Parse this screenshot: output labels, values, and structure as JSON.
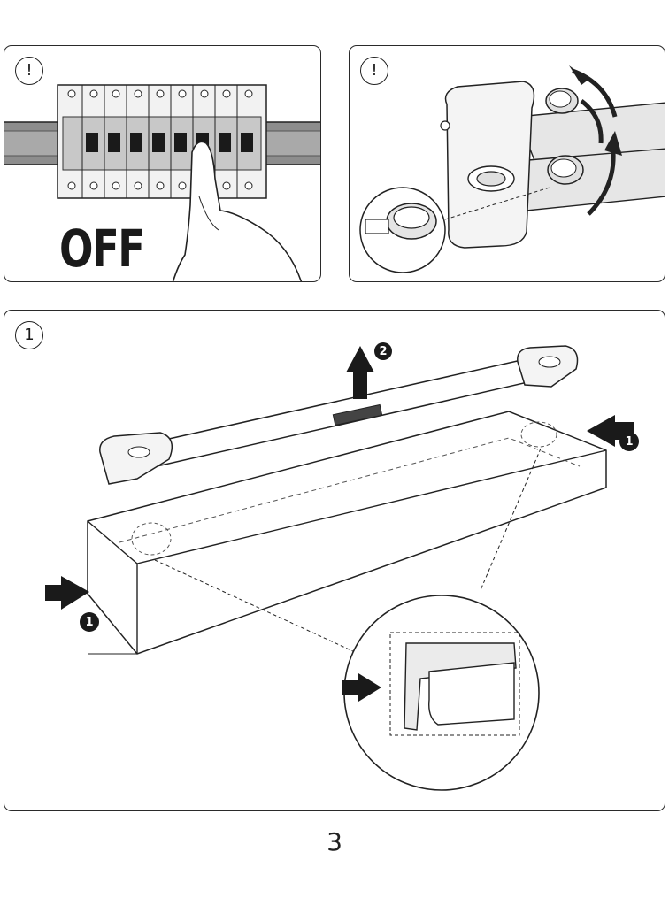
{
  "panels": {
    "breaker": {
      "badge": "!",
      "label": "OFF"
    },
    "caps": {
      "badge": "!"
    },
    "mount": {
      "badge": "1",
      "callout_steps": [
        "2",
        "1",
        "1"
      ]
    }
  },
  "page_number": "3",
  "icons": [
    "warning-icon",
    "warning-icon",
    "step-number-icon",
    "arrow-icon"
  ]
}
